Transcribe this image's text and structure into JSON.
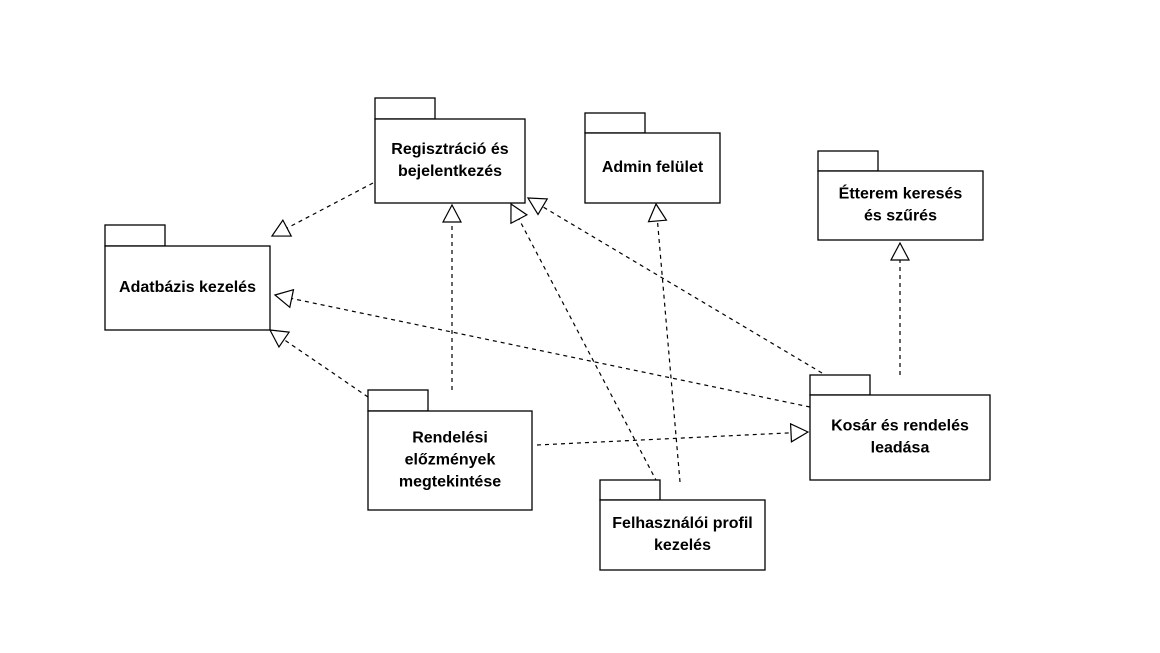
{
  "diagram": {
    "packages": {
      "regisztracio": {
        "lines": [
          "Regisztráció és",
          "bejelentkezés"
        ]
      },
      "admin": {
        "lines": [
          "Admin felület"
        ]
      },
      "etterem": {
        "lines": [
          "Étterem keresés",
          "és szűrés"
        ]
      },
      "adatbazis": {
        "lines": [
          "Adatbázis kezelés"
        ]
      },
      "rendelesi": {
        "lines": [
          "Rendelési",
          "előzmények",
          "megtekintése"
        ]
      },
      "kosar": {
        "lines": [
          "Kosár és rendelés",
          "leadása"
        ]
      },
      "felhasznaloi": {
        "lines": [
          "Felhasználói profil",
          "kezelés"
        ]
      }
    },
    "dependencies": [
      {
        "from": "regisztracio",
        "to": "adatbazis"
      },
      {
        "from": "rendelesi",
        "to": "regisztracio"
      },
      {
        "from": "felhasznaloi",
        "to": "regisztracio"
      },
      {
        "from": "kosar",
        "to": "regisztracio"
      },
      {
        "from": "felhasznaloi",
        "to": "admin"
      },
      {
        "from": "kosar",
        "to": "etterem"
      },
      {
        "from": "kosar",
        "to": "adatbazis"
      },
      {
        "from": "rendelesi",
        "to": "adatbazis"
      },
      {
        "from": "rendelesi",
        "to": "kosar"
      }
    ],
    "colors": {
      "stroke": "#000000",
      "fill": "#ffffff",
      "background": "#ffffff"
    }
  }
}
